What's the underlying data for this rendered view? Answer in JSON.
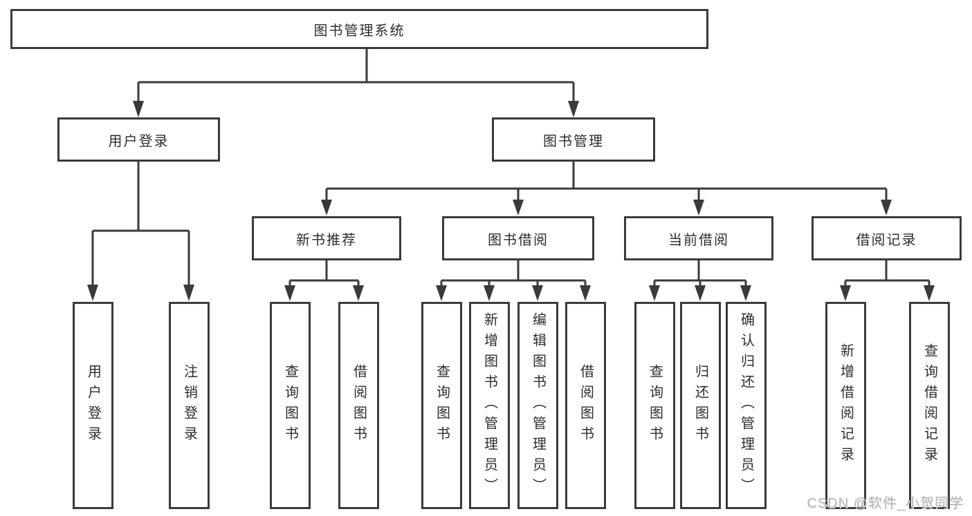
{
  "page": {
    "colors": {
      "line": "#3a3a3a",
      "text": "#2d2d2d",
      "background": "#ffffff",
      "watermark": "#b4b4b4"
    },
    "watermark": "CSDN @软件_小贺同学",
    "root": {
      "label": "图书管理系统"
    },
    "level2": [
      {
        "label": "用户登录"
      },
      {
        "label": "图书管理"
      }
    ],
    "level3": [
      {
        "label": "新书推荐",
        "parent": "图书管理"
      },
      {
        "label": "图书借阅",
        "parent": "图书管理"
      },
      {
        "label": "当前借阅",
        "parent": "图书管理"
      },
      {
        "label": "借阅记录",
        "parent": "图书管理"
      }
    ],
    "leaves": [
      {
        "label": "用户登录",
        "parent": "用户登录"
      },
      {
        "label": "注销登录",
        "parent": "用户登录"
      },
      {
        "label": "查询图书",
        "parent": "新书推荐"
      },
      {
        "label": "借阅图书",
        "parent": "新书推荐"
      },
      {
        "label": "查询图书",
        "parent": "图书借阅"
      },
      {
        "label": "新增图书（管理员）",
        "parent": "图书借阅"
      },
      {
        "label": "编辑图书（管理员）",
        "parent": "图书借阅"
      },
      {
        "label": "借阅图书",
        "parent": "图书借阅"
      },
      {
        "label": "查询图书",
        "parent": "当前借阅"
      },
      {
        "label": "归还图书",
        "parent": "当前借阅"
      },
      {
        "label": "确认归还（管理员）",
        "parent": "当前借阅"
      },
      {
        "label": "新增借阅记录",
        "parent": "借阅记录"
      },
      {
        "label": "查询借阅记录",
        "parent": "借阅记录"
      }
    ]
  }
}
